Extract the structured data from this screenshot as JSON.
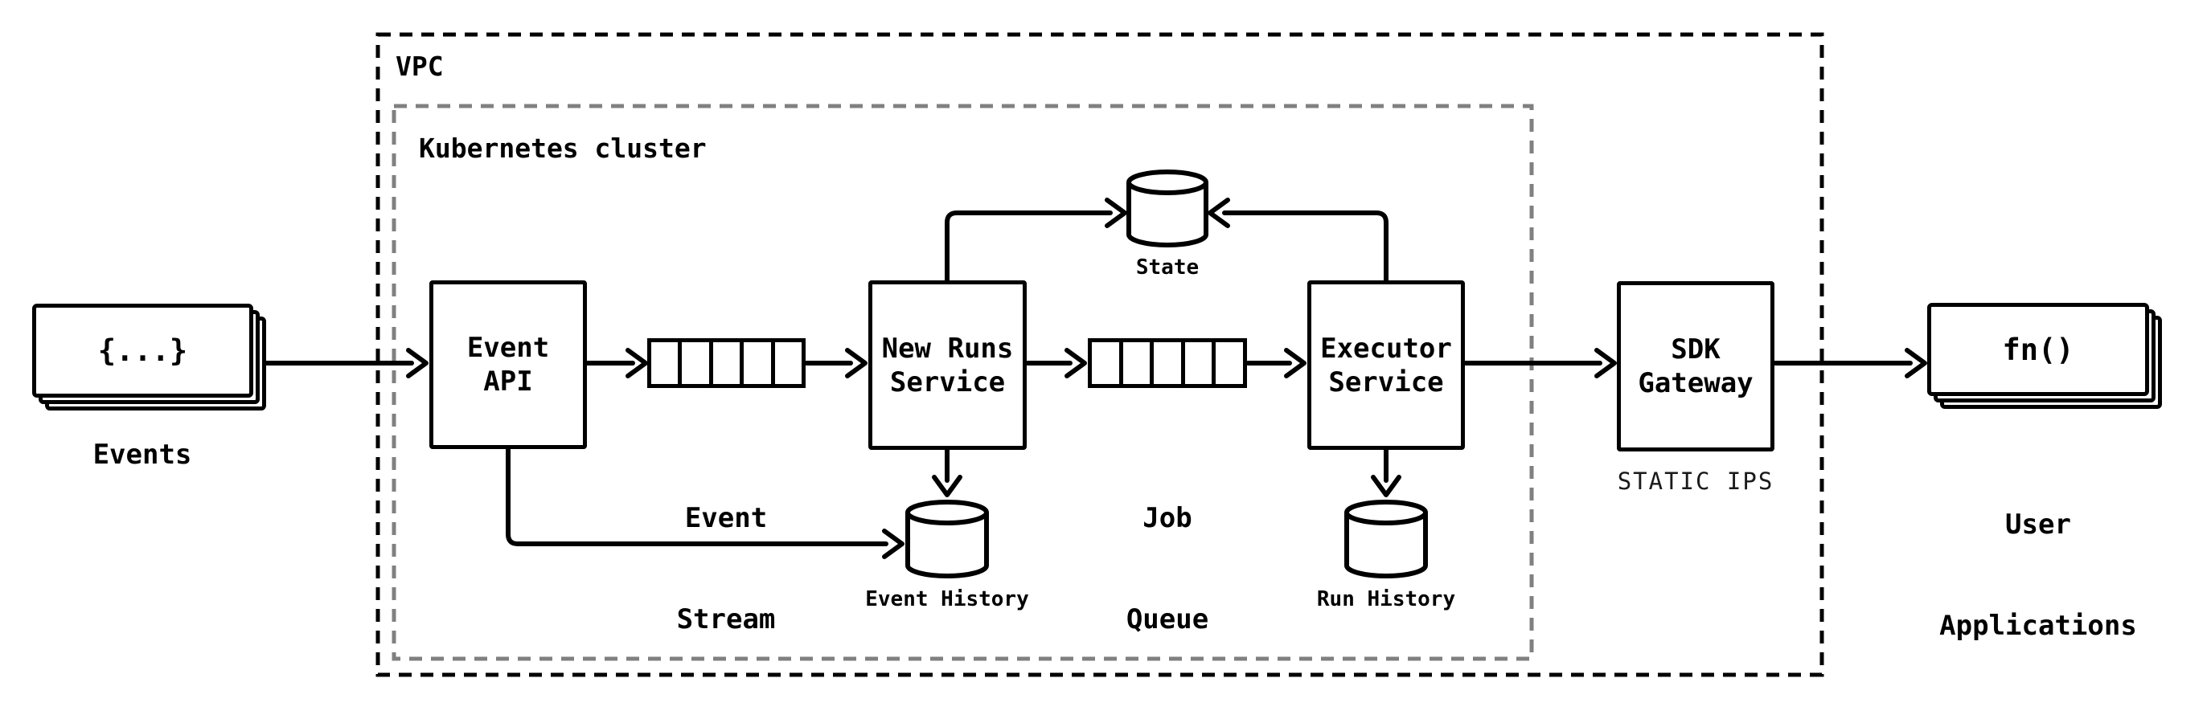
{
  "colors": {
    "line": "#000000",
    "cluster_border": "#808080",
    "background": "#ffffff"
  },
  "containers": {
    "vpc": {
      "label": "VPC"
    },
    "kubernetes": {
      "label": "Kubernetes cluster"
    }
  },
  "nodes": {
    "events": {
      "glyph": "{...}",
      "label": "Events"
    },
    "event_api": {
      "line1": "Event",
      "line2": "API"
    },
    "event_stream": {
      "line1": "Event",
      "line2": "Stream"
    },
    "new_runs_service": {
      "line1": "New Runs",
      "line2": "Service"
    },
    "state": {
      "label": "State"
    },
    "job_queue": {
      "line1": "Job",
      "line2": "Queue"
    },
    "executor_service": {
      "line1": "Executor",
      "line2": "Service"
    },
    "event_history": {
      "label": "Event History"
    },
    "run_history": {
      "label": "Run History"
    },
    "sdk_gateway": {
      "line1": "SDK",
      "line2": "Gateway",
      "sublabel": "STATIC IPS"
    },
    "user_applications": {
      "glyph": "fn()",
      "line1": "User",
      "line2": "Applications"
    }
  }
}
